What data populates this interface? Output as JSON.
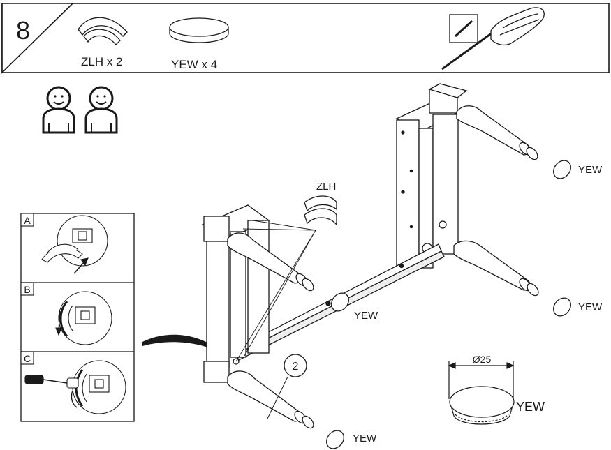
{
  "step": {
    "number": "8"
  },
  "parts": [
    {
      "label": "ZLH x  2",
      "icon": "bracket-icon"
    },
    {
      "label": "YEW x  4",
      "icon": "pad-icon"
    }
  ],
  "tool": {
    "icon": "screwdriver-icon"
  },
  "people": {
    "icon": "two-person-icon"
  },
  "inset_steps": [
    {
      "letter": "A"
    },
    {
      "letter": "B"
    },
    {
      "letter": "C"
    }
  ],
  "callouts": {
    "zlh": "ZLH",
    "yew_top": "YEW",
    "yew_mid_right": "YEW",
    "yew_center": "YEW",
    "yew_bottom": "YEW",
    "quantity": "2",
    "detail_diameter": "Ø25",
    "detail_part": "YEW"
  },
  "colors": {
    "line": "#1a1a1a",
    "shade": "#bdbdbd",
    "dark": "#1a1a1a"
  }
}
